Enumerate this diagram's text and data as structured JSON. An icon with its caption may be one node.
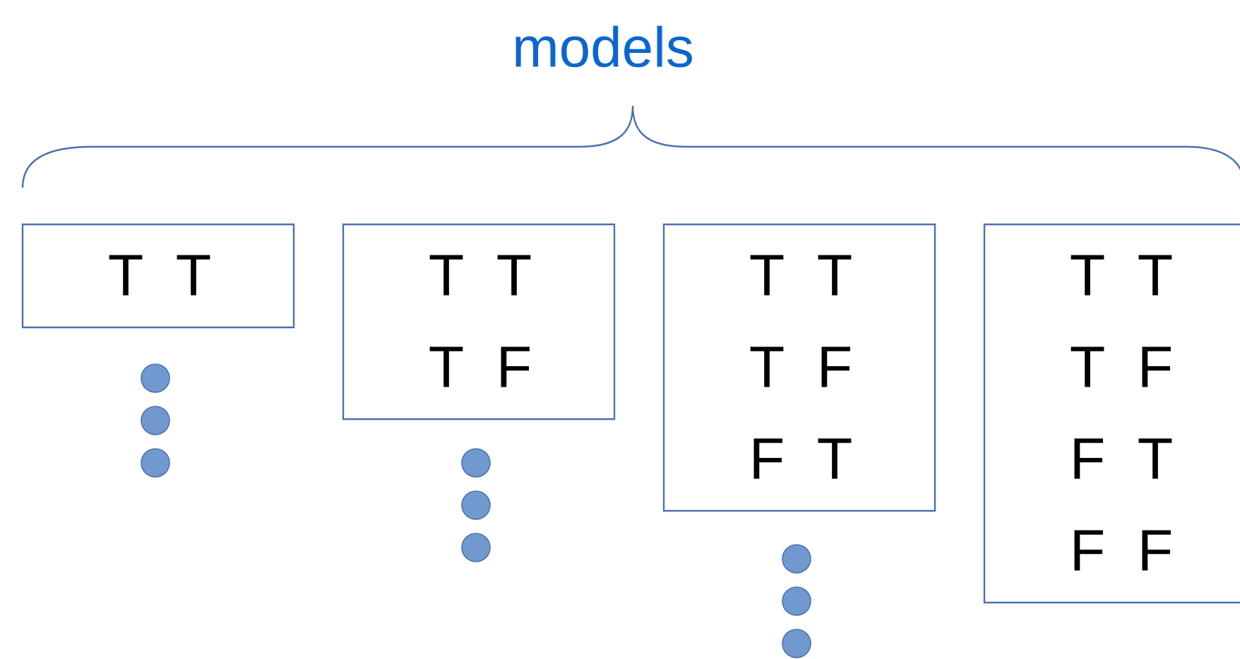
{
  "diagram": {
    "nodes": [
      {
        "text": [
          "T T"
        ]
      },
      {
        "text": [
          "T T",
          "T F"
        ]
      },
      {
        "text": [
          "T T",
          "T F",
          "F T"
        ]
      },
      {
        "text": [
          "T T",
          "T F",
          "F T",
          "F F"
        ]
      }
    ],
    "labels": [
      "models"
    ]
  }
}
